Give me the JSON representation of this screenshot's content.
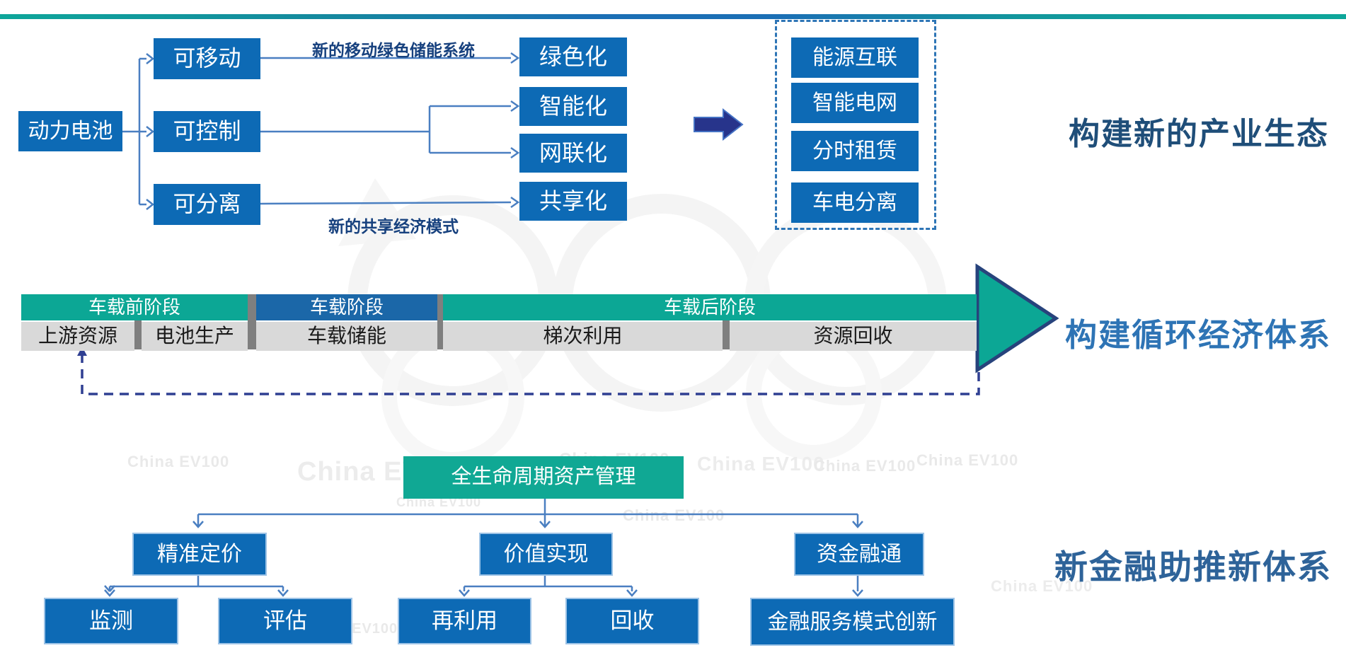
{
  "flow1": {
    "root": "动力电池",
    "capabilities": [
      "可移动",
      "可控制",
      "可分离"
    ],
    "outcomes": [
      "绿色化",
      "智能化",
      "网联化",
      "共享化"
    ],
    "edge_labels": {
      "mobile": "新的移动绿色储能系统",
      "share": "新的共享经济模式"
    },
    "eco_items": [
      "能源互联",
      "智能电网",
      "分时租赁",
      "车电分离"
    ],
    "title": "构建新的产业生态"
  },
  "flow2": {
    "phase_headers": [
      "车载前阶段",
      "车载阶段",
      "车载后阶段"
    ],
    "stage_cells": [
      "上游资源",
      "电池生产",
      "车载储能",
      "梯次利用",
      "资源回收"
    ],
    "title": "构建循环经济体系"
  },
  "flow3": {
    "root": "全生命周期资产管理",
    "branch_labels": [
      "精准定价",
      "价值实现",
      "资金融通"
    ],
    "leaf_labels": [
      "监测",
      "评估",
      "再利用",
      "回收",
      "金融服务模式创新"
    ],
    "title": "新金融助推新体系"
  },
  "watermark": {
    "text": "China EV100"
  },
  "colors": {
    "box_blue": "#0d6ab5",
    "teal": "#0ca795",
    "phase_header_blue": "#1b67a8",
    "cell_gray": "#d9d9d9",
    "separator_gray": "#7f7f7f",
    "dashed_frame_blue": "#2e75b6",
    "loop_dash_navy": "#2f3f92",
    "big_arrow_navy": "#27348b",
    "connector_blue": "#4a7fc1",
    "title_navy": "#1f4e79",
    "title_steel_blue": "#2e74b5",
    "edge_label_navy": "#17417e",
    "gradient_teal": "#0ea69a",
    "gradient_blue": "#1b6fb5"
  }
}
